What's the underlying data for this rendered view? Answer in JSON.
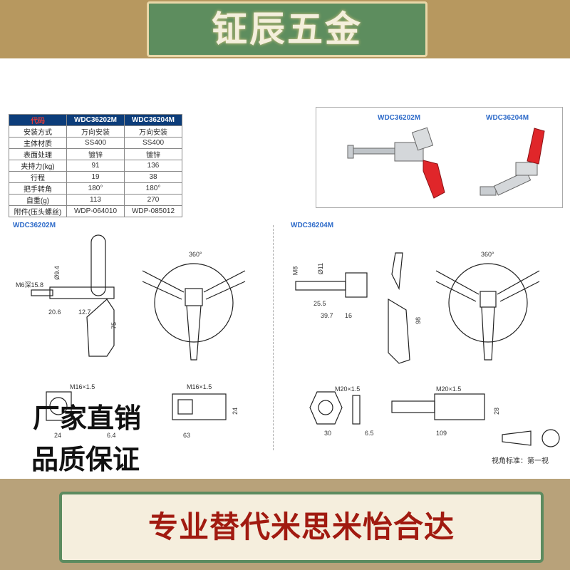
{
  "brand": {
    "title": "钲辰五金"
  },
  "table": {
    "header": [
      "代码",
      "WDC36202M",
      "WDC36204M"
    ],
    "rows": [
      [
        "安装方式",
        "万向安装",
        "万向安装"
      ],
      [
        "主体材质",
        "SS400",
        "SS400"
      ],
      [
        "表面处理",
        "镀锌",
        "镀锌"
      ],
      [
        "夹持力(kg)",
        "91",
        "136"
      ],
      [
        "行程",
        "19",
        "38"
      ],
      [
        "把手转角",
        "180°",
        "180°"
      ],
      [
        "自重(g)",
        "113",
        "270"
      ],
      [
        "附件(压头螺丝)",
        "WDP-064010",
        "WDP-085012"
      ]
    ]
  },
  "photos": {
    "left_label": "WDC36202M",
    "right_label": "WDC36204M"
  },
  "drawing_left": {
    "title": "WDC36202M",
    "dims": {
      "angle": "360°",
      "m6": "M6深15.8",
      "d94": "Ø9.4",
      "d206": "20.6",
      "d127": "12.7",
      "d75": "75",
      "m16a": "M16×1.5",
      "m16b": "M16×1.5",
      "d24a": "24",
      "d64": "6.4",
      "d63": "63",
      "d24b": "24"
    }
  },
  "drawing_right": {
    "title": "WDC36204M",
    "dims": {
      "angle": "360°",
      "m8": "M8",
      "d11": "Ø11",
      "d255": "25.5",
      "d397": "39.7",
      "d16": "16",
      "d98": "98",
      "m20a": "M20×1.5",
      "m20b": "M20×1.5",
      "d30": "30",
      "d65": "6.5",
      "d109": "109",
      "d28": "28"
    },
    "view_note": "视角标准：第一视"
  },
  "promo": {
    "line1": "厂家直销",
    "line2": "品质保证"
  },
  "footer": {
    "text": "专业替代米思米怡合达"
  },
  "colors": {
    "banner_bg": "#b7985f",
    "banner_plate": "#5d8d5e",
    "table_head": "#0c3d7a",
    "model_blue": "#2e6bc9",
    "footer_text": "#a11a10",
    "handle_red": "#e0262a"
  }
}
